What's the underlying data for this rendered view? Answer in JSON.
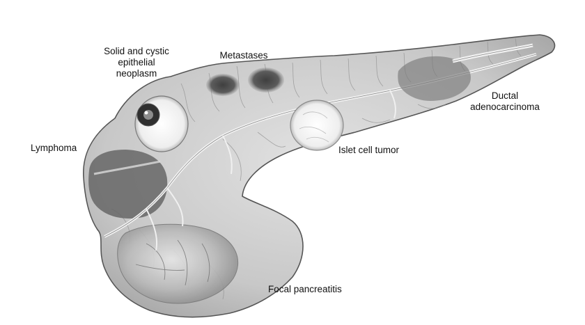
{
  "figure": {
    "labels": {
      "solid_cystic": {
        "lines": [
          "Solid and cystic",
          "epithelial",
          "neoplasm"
        ]
      },
      "metastases": {
        "lines": [
          "Metastases"
        ]
      },
      "ductal": {
        "lines": [
          "Ductal",
          "adenocarcinoma"
        ]
      },
      "lymphoma": {
        "lines": [
          "Lymphoma"
        ]
      },
      "islet": {
        "lines": [
          "Islet cell tumor"
        ]
      },
      "focal": {
        "lines": [
          "Focal pancreatitis"
        ]
      }
    },
    "colors": {
      "parenchyma": "#cfcfcf",
      "parenchyma_dark": "#9a9a9a",
      "lesion_dark": "#5a5a5a",
      "duct": "#f2f2f2",
      "outline": "#555555",
      "text": "#111111"
    }
  }
}
